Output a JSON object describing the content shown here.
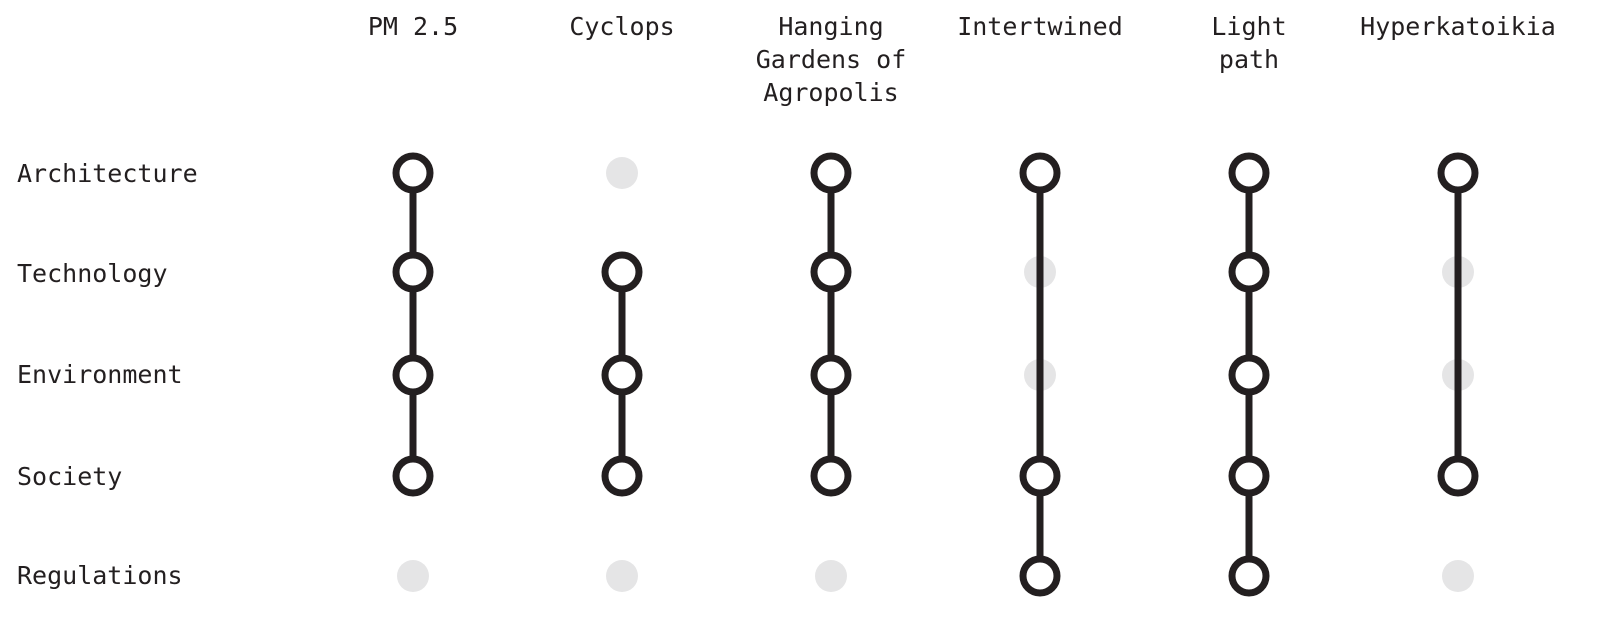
{
  "colors": {
    "line": "#231f20",
    "node_fill": "#ffffff",
    "inactive_dot": "#e5e5e6",
    "text": "#231f20"
  },
  "projects": [
    {
      "label": "PM 2.5",
      "connected": [
        "Architecture",
        "Technology",
        "Environment",
        "Society"
      ]
    },
    {
      "label": "Cyclops",
      "connected": [
        "Technology",
        "Environment",
        "Society"
      ]
    },
    {
      "label": "Hanging\nGardens of\nAgropolis",
      "connected": [
        "Architecture",
        "Technology",
        "Environment",
        "Society"
      ]
    },
    {
      "label": "Intertwined",
      "connected": [
        "Architecture",
        "Society",
        "Regulations"
      ]
    },
    {
      "label": "Light\npath",
      "connected": [
        "Architecture",
        "Technology",
        "Environment",
        "Society",
        "Regulations"
      ]
    },
    {
      "label": "Hyperkatoikia",
      "connected": [
        "Architecture",
        "Society"
      ]
    }
  ],
  "categories": [
    "Architecture",
    "Technology",
    "Environment",
    "Society",
    "Regulations"
  ]
}
